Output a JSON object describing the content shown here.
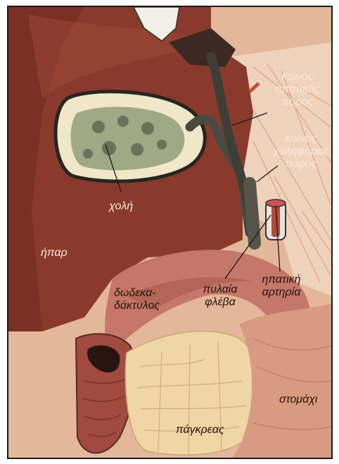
{
  "labels": {
    "common_hepatic_duct": [
      "κοινός",
      "ηπατικός",
      "πόρος"
    ],
    "common_bile_duct": [
      "κοινός",
      "χοληφόρος",
      "πόρος"
    ],
    "bile": "χολή",
    "liver": "ήπαρ",
    "duodenum": [
      "δωδεκα-",
      "δάκτυλος"
    ],
    "portal_vein": [
      "πυλαία",
      "φλέβα"
    ],
    "hepatic_artery": [
      "ηπατική",
      "αρτηρία"
    ],
    "stomach": "στομάχι",
    "pancreas": "πάγκρεας"
  },
  "colors": {
    "liver": "#8a3a2c",
    "liver_shadow": "#6e2a20",
    "tissue_pale": "#e9c4a6",
    "duodenum": "#c4776a",
    "pancreas": "#efd6a4",
    "bile_green": "#9fa986",
    "duct_grey": "#4a4a42",
    "frame": "#1a1a1a"
  }
}
